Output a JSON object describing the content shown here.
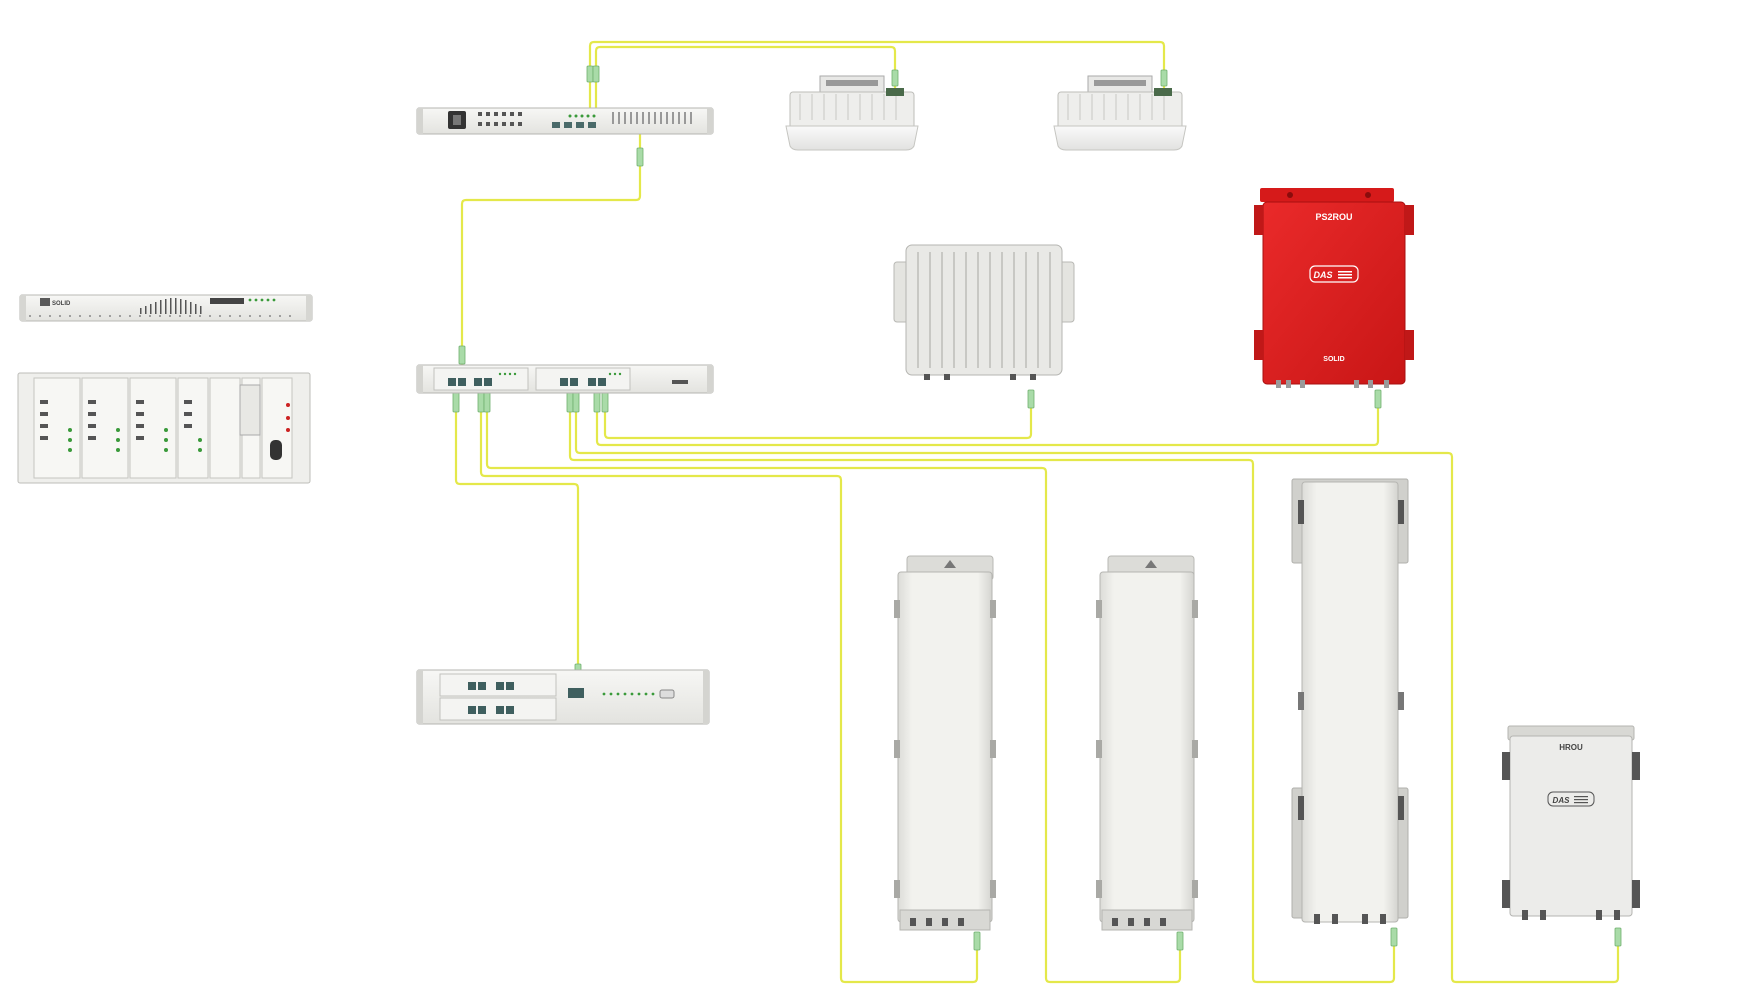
{
  "labels": {
    "solid_header": "SOLID",
    "ps2rou_title": "PS2ROU",
    "ps2rou_logo": "DAS",
    "ps2rou_brand": "SOLID",
    "hrou_title": "HROU",
    "hrou_logo": "DAS"
  },
  "colors": {
    "fiber_cable": "#e4e84a",
    "connector": "#a9dba8",
    "device_body": "#f1f1ef",
    "device_edge": "#b9b9b5",
    "ps2rou_red": "#dc1e1e"
  },
  "icons": {
    "cable": "fiber-optic-cable",
    "connector": "sc-apc-connector"
  }
}
